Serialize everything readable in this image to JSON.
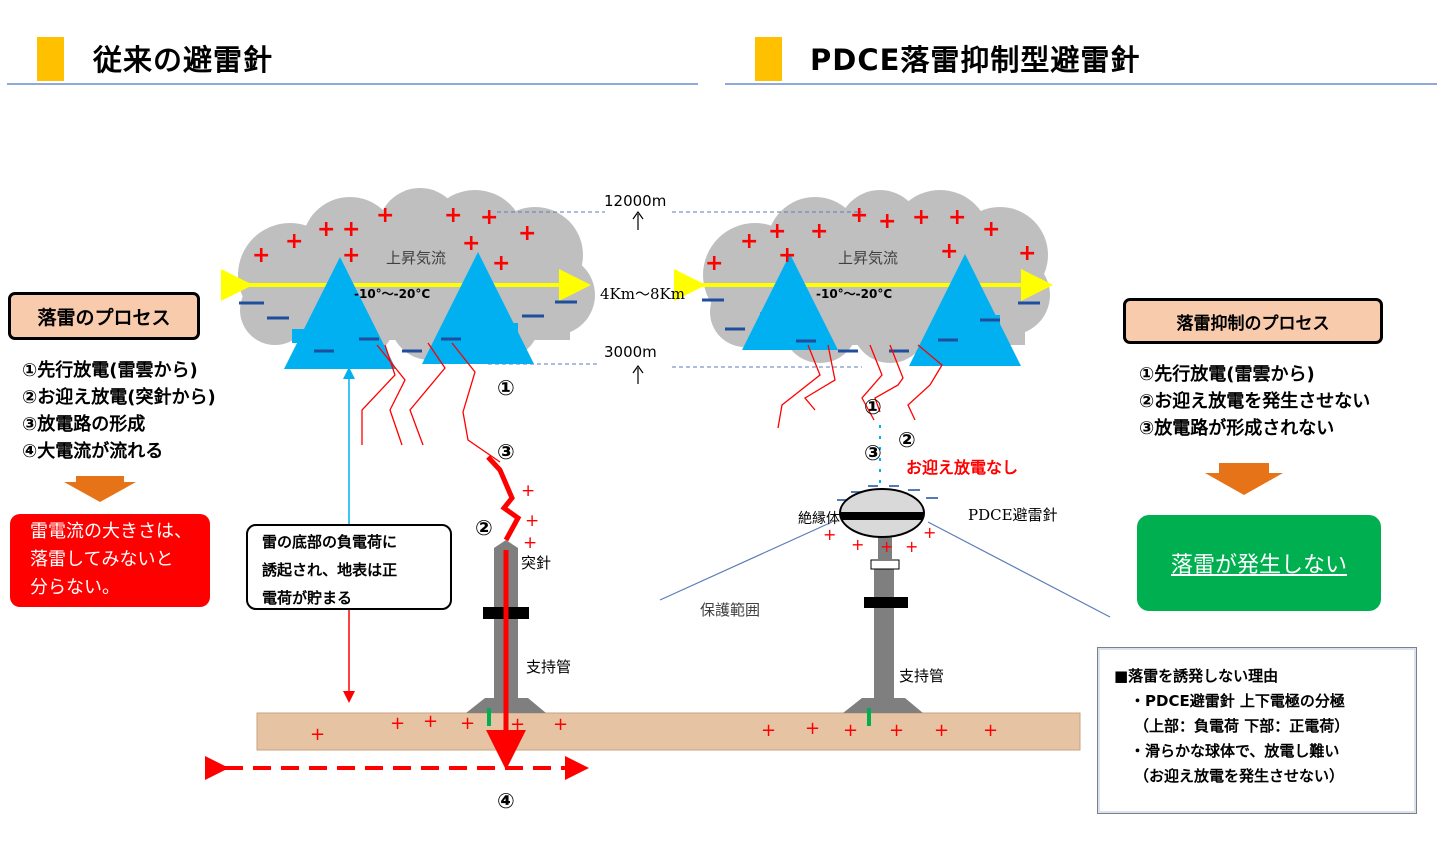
{
  "headers": {
    "left_title": "従来の避雷針",
    "right_title": "PDCE落雷抑制型避雷針",
    "accent_color": "#ffc000",
    "line_color": "#8eaadb"
  },
  "altitude": {
    "top": "12000m",
    "range": "4Km～8Km",
    "bottom": "3000m"
  },
  "cloud_left": {
    "updraft": "上昇気流",
    "temperature": "-10°～-20°C"
  },
  "cloud_right": {
    "updraft": "上昇気流",
    "temperature": "-10°～-20°C"
  },
  "left_process": {
    "title": "落雷のプロセス",
    "steps": [
      "①先行放電(雷雲から)",
      "②お迎え放電(突針から)",
      "③放電路の形成",
      "④大電流が流れる"
    ],
    "result_lines": [
      "雷電流の大きさは、",
      "落雷してみないと",
      "分らない。"
    ],
    "result_color": "#ff0000"
  },
  "right_process": {
    "title": "落雷抑制のプロセス",
    "steps": [
      "①先行放電(雷雲から)",
      "②お迎え放電を発生させない",
      "③放電路が形成されない"
    ],
    "result": "落雷が発生しない",
    "result_color": "#00b050"
  },
  "callout": {
    "lines": [
      "雷の底部の負電荷に",
      "誘起され、地表は正",
      "電荷が貯まる"
    ]
  },
  "left_rod": {
    "tip_label": "突針",
    "pipe_label": "支持管",
    "markers": [
      "①",
      "②",
      "③",
      "④"
    ]
  },
  "right_rod": {
    "insulator_label": "絶縁体",
    "device_label": "PDCE避雷針",
    "protection_label": "保護範囲",
    "pipe_label": "支持管",
    "markers": [
      "①",
      "②",
      "③"
    ],
    "no_discharge": "お迎え放電なし"
  },
  "reason_box": {
    "lines": [
      "■落雷を誘発しない理由",
      "・PDCE避雷針  上下電極の分極",
      "（上部：負電荷   下部：正電荷）",
      "・滑らかな球体で、放電し難い",
      "（お迎え放電を発生させない）"
    ]
  },
  "symbols": {
    "plus": "+"
  }
}
